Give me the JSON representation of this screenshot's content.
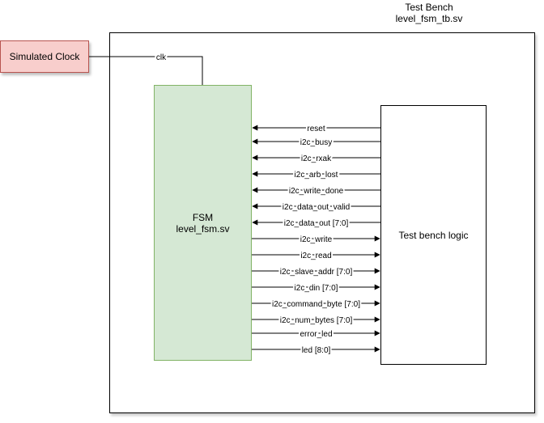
{
  "testbench": {
    "title": "Test Bench",
    "filename": "level_fsm_tb.sv"
  },
  "clock": {
    "label": "Simulated Clock",
    "signal": "clk"
  },
  "fsm": {
    "title": "FSM",
    "filename": "level_fsm.sv"
  },
  "tb_logic": {
    "label": "Test bench logic"
  },
  "colors": {
    "clock_fill": "#f8cecc",
    "clock_stroke": "#b85450",
    "fsm_fill": "#d5e8d4",
    "fsm_stroke": "#82b366"
  },
  "signals": [
    {
      "name": "reset",
      "direction": "to-fsm"
    },
    {
      "name": "i2c_busy",
      "direction": "to-fsm"
    },
    {
      "name": "i2c_rxak",
      "direction": "to-fsm"
    },
    {
      "name": "i2c_arb_lost",
      "direction": "to-fsm"
    },
    {
      "name": "i2c_write_done",
      "direction": "to-fsm"
    },
    {
      "name": "i2c_data_out_valid",
      "direction": "to-fsm"
    },
    {
      "name": "i2c_data_out [7:0]",
      "direction": "to-fsm"
    },
    {
      "name": "i2c_write",
      "direction": "to-tb"
    },
    {
      "name": "i2c_read",
      "direction": "to-tb"
    },
    {
      "name": "i2c_slave_addr [7:0]",
      "direction": "to-tb"
    },
    {
      "name": "i2c_din [7:0]",
      "direction": "to-tb"
    },
    {
      "name": "i2c_command_byte [7:0]",
      "direction": "to-tb"
    },
    {
      "name": "i2c_num_bytes [7:0]",
      "direction": "to-tb"
    },
    {
      "name": "error_led",
      "direction": "to-tb"
    },
    {
      "name": "led [8:0]",
      "direction": "to-tb"
    }
  ]
}
